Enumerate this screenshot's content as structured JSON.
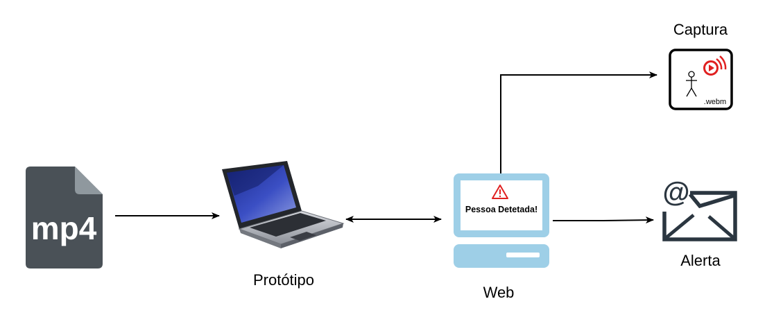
{
  "nodes": {
    "source_file": {
      "badge": "mp4"
    },
    "prototype": {
      "label": "Protótipo"
    },
    "web": {
      "label": "Web",
      "screen_alert": "Pessoa Detetada!"
    },
    "capture": {
      "label": "Captura",
      "file_ext": ".webm"
    },
    "alert": {
      "label": "Alerta",
      "icon_text": "@"
    }
  },
  "edges": [
    {
      "from": "mp4",
      "to": "Protótipo",
      "direction": "forward"
    },
    {
      "from": "Protótipo",
      "to": "Web",
      "direction": "both"
    },
    {
      "from": "Web",
      "to": "Captura",
      "direction": "forward"
    },
    {
      "from": "Web",
      "to": "Alerta",
      "direction": "forward"
    }
  ],
  "colors": {
    "file_icon": "#4a5157",
    "file_fold": "#8f989e",
    "monitor": "#9ecfe7",
    "warning": "#e02020",
    "record": "#e02020",
    "mail": "#2b3640"
  }
}
